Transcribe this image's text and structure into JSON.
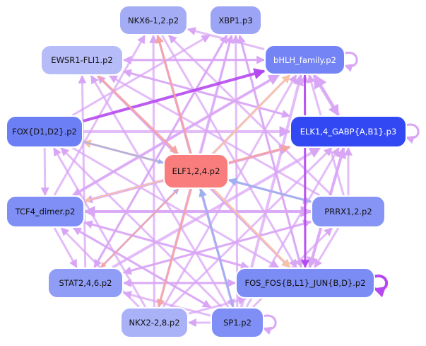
{
  "colors": {
    "edge_violet": "#d9a6f5",
    "edge_strong_violet": "#b548f0",
    "edge_pink": "#f5a3a3",
    "edge_blue": "#9fb0f0",
    "edge_peach": "#f7c2a8",
    "center_node_fill": "#fa7d7d"
  },
  "nodes": [
    {
      "id": "elf",
      "label": "ELF1,2,4.p2",
      "fill": "#fa7d7d",
      "light_text": false
    },
    {
      "id": "nkx6",
      "label": "NKX6-1,2.p2",
      "fill": "#a4acf5",
      "light_text": false
    },
    {
      "id": "xbp1",
      "label": "XBP1.p3",
      "fill": "#9ca4f5",
      "light_text": false
    },
    {
      "id": "ewsr1",
      "label": "EWSR1-FLI1.p2",
      "fill": "#b6bcf8",
      "light_text": false
    },
    {
      "id": "bhlh",
      "label": "bHLH_family.p2",
      "fill": "#7584f5",
      "light_text": true
    },
    {
      "id": "fox",
      "label": "FOX{D1,D2}.p2",
      "fill": "#6d7ff5",
      "light_text": false
    },
    {
      "id": "elk",
      "label": "ELK1,4_GABP{A,B1}.p3",
      "fill": "#3148f2",
      "light_text": true
    },
    {
      "id": "tcf4",
      "label": "TCF4_dimer.p2",
      "fill": "#7f8ff5",
      "light_text": false
    },
    {
      "id": "prrx",
      "label": "PRRX1,2.p2",
      "fill": "#8594f5",
      "light_text": false
    },
    {
      "id": "stat",
      "label": "STAT2,4,6.p2",
      "fill": "#8f9df6",
      "light_text": false
    },
    {
      "id": "fos",
      "label": "FOS_FOS{B,L1}_JUN{B,D}.p2",
      "fill": "#7b8cf5",
      "light_text": false
    },
    {
      "id": "nkx2",
      "label": "NKX2-2,8.p2",
      "fill": "#a9b1f7",
      "light_text": false
    },
    {
      "id": "sp1",
      "label": "SP1.p2",
      "fill": "#7f8ff5",
      "light_text": false
    }
  ],
  "edges": [
    {
      "from": "ewsr1",
      "to": "elf",
      "color": "edge_pink",
      "weight": 3
    },
    {
      "from": "elf",
      "to": "nkx6",
      "color": "edge_pink",
      "weight": 3
    },
    {
      "from": "elf",
      "to": "xbp1",
      "color": "edge_violet",
      "weight": 3
    },
    {
      "from": "elf",
      "to": "bhlh",
      "color": "edge_peach",
      "weight": 3
    },
    {
      "from": "elf",
      "to": "elk",
      "color": "edge_pink",
      "weight": 3
    },
    {
      "from": "elf",
      "to": "fox",
      "color": "edge_peach",
      "weight": 3
    },
    {
      "from": "elf",
      "to": "tcf4",
      "color": "edge_peach",
      "weight": 2
    },
    {
      "from": "elf",
      "to": "stat",
      "color": "edge_pink",
      "weight": 2
    },
    {
      "from": "elf",
      "to": "nkx2",
      "color": "edge_pink",
      "weight": 3
    },
    {
      "from": "elf",
      "to": "fos",
      "color": "edge_peach",
      "weight": 3
    },
    {
      "from": "prrx",
      "to": "elf",
      "color": "edge_blue",
      "weight": 3
    },
    {
      "from": "sp1",
      "to": "elf",
      "color": "edge_blue",
      "weight": 3
    },
    {
      "from": "fox",
      "to": "elf",
      "color": "edge_blue",
      "weight": 2
    },
    {
      "from": "stat",
      "to": "elf",
      "color": "edge_blue",
      "weight": 2
    },
    {
      "from": "fox",
      "to": "bhlh",
      "color": "edge_strong_violet",
      "weight": 4
    },
    {
      "from": "fox",
      "to": "elk",
      "color": "edge_violet",
      "weight": 4
    },
    {
      "from": "fox",
      "to": "tcf4",
      "color": "edge_violet",
      "weight": 3
    },
    {
      "from": "fox",
      "to": "prrx",
      "color": "edge_violet",
      "weight": 3
    },
    {
      "from": "fox",
      "to": "fos",
      "color": "edge_violet",
      "weight": 3
    },
    {
      "from": "fox",
      "to": "xbp1",
      "color": "edge_violet",
      "weight": 3
    },
    {
      "from": "tcf4",
      "to": "prrx",
      "color": "edge_violet",
      "weight": 4
    },
    {
      "from": "tcf4",
      "to": "fos",
      "color": "edge_violet",
      "weight": 3
    },
    {
      "from": "tcf4",
      "to": "bhlh",
      "color": "edge_violet",
      "weight": 4
    },
    {
      "from": "tcf4",
      "to": "elk",
      "color": "edge_violet",
      "weight": 4
    },
    {
      "from": "tcf4",
      "to": "stat",
      "color": "edge_violet",
      "weight": 3
    },
    {
      "from": "tcf4",
      "to": "nkx6",
      "color": "edge_violet",
      "weight": 3
    },
    {
      "from": "tcf4",
      "to": "sp1",
      "color": "edge_violet",
      "weight": 3
    },
    {
      "from": "stat",
      "to": "prrx",
      "color": "edge_violet",
      "weight": 3
    },
    {
      "from": "stat",
      "to": "elk",
      "color": "edge_violet",
      "weight": 4
    },
    {
      "from": "stat",
      "to": "fos",
      "color": "edge_violet",
      "weight": 3
    },
    {
      "from": "stat",
      "to": "bhlh",
      "color": "edge_violet",
      "weight": 3
    },
    {
      "from": "stat",
      "to": "xbp1",
      "color": "edge_violet",
      "weight": 3
    },
    {
      "from": "stat",
      "to": "ewsr1",
      "color": "edge_violet",
      "weight": 3
    },
    {
      "from": "sp1",
      "to": "bhlh",
      "color": "edge_violet",
      "weight": 4
    },
    {
      "from": "sp1",
      "to": "elk",
      "color": "edge_violet",
      "weight": 3
    },
    {
      "from": "sp1",
      "to": "prrx",
      "color": "edge_violet",
      "weight": 3
    },
    {
      "from": "sp1",
      "to": "tcf4",
      "color": "edge_violet",
      "weight": 3
    },
    {
      "from": "sp1",
      "to": "fox",
      "color": "edge_violet",
      "weight": 3
    },
    {
      "from": "sp1",
      "to": "ewsr1",
      "color": "edge_violet",
      "weight": 3
    },
    {
      "from": "sp1",
      "to": "nkx6",
      "color": "edge_violet",
      "weight": 3
    },
    {
      "from": "sp1",
      "to": "xbp1",
      "color": "edge_violet",
      "weight": 3
    },
    {
      "from": "sp1",
      "to": "stat",
      "color": "edge_violet",
      "weight": 3
    },
    {
      "from": "sp1",
      "to": "nkx2",
      "color": "edge_violet",
      "weight": 3
    },
    {
      "from": "prrx",
      "to": "elk",
      "color": "edge_violet",
      "weight": 3
    },
    {
      "from": "prrx",
      "to": "tcf4",
      "color": "edge_violet",
      "weight": 4
    },
    {
      "from": "prrx",
      "to": "fos",
      "color": "edge_violet",
      "weight": 3
    },
    {
      "from": "prrx",
      "to": "fox",
      "color": "edge_violet",
      "weight": 3
    },
    {
      "from": "prrx",
      "to": "ewsr1",
      "color": "edge_violet",
      "weight": 3
    },
    {
      "from": "prrx",
      "to": "nkx6",
      "color": "edge_violet",
      "weight": 3
    },
    {
      "from": "prrx",
      "to": "stat",
      "color": "edge_violet",
      "weight": 3
    },
    {
      "from": "fos",
      "to": "bhlh",
      "color": "edge_violet",
      "weight": 3
    },
    {
      "from": "fos",
      "to": "elk",
      "color": "edge_violet",
      "weight": 4
    },
    {
      "from": "fos",
      "to": "xbp1",
      "color": "edge_violet",
      "weight": 3
    },
    {
      "from": "fos",
      "to": "ewsr1",
      "color": "edge_violet",
      "weight": 3
    },
    {
      "from": "fos",
      "to": "tcf4",
      "color": "edge_violet",
      "weight": 3
    },
    {
      "from": "fos",
      "to": "stat",
      "color": "edge_violet",
      "weight": 3
    },
    {
      "from": "nkx2",
      "to": "bhlh",
      "color": "edge_violet",
      "weight": 3
    },
    {
      "from": "nkx2",
      "to": "elk",
      "color": "edge_violet",
      "weight": 3
    },
    {
      "from": "nkx2",
      "to": "xbp1",
      "color": "edge_violet",
      "weight": 3
    },
    {
      "from": "nkx2",
      "to": "fox",
      "color": "edge_violet",
      "weight": 3
    },
    {
      "from": "nkx2",
      "to": "tcf4",
      "color": "edge_violet",
      "weight": 3
    },
    {
      "from": "nkx2",
      "to": "nkx6",
      "color": "edge_violet",
      "weight": 3
    },
    {
      "from": "elk",
      "to": "bhlh",
      "color": "edge_violet",
      "weight": 5
    },
    {
      "from": "elk",
      "to": "fos",
      "color": "edge_violet",
      "weight": 4
    },
    {
      "from": "elk",
      "to": "tcf4",
      "color": "edge_violet",
      "weight": 3
    },
    {
      "from": "elk",
      "to": "ewsr1",
      "color": "edge_violet",
      "weight": 3
    },
    {
      "from": "bhlh",
      "to": "elk",
      "color": "edge_violet",
      "weight": 4
    },
    {
      "from": "bhlh",
      "to": "fos",
      "color": "edge_strong_violet",
      "weight": 3
    },
    {
      "from": "bhlh",
      "to": "ewsr1",
      "color": "edge_violet",
      "weight": 3
    },
    {
      "from": "bhlh",
      "to": "nkx6",
      "color": "edge_violet",
      "weight": 3
    },
    {
      "from": "bhlh",
      "to": "tcf4",
      "color": "edge_violet",
      "weight": 3
    },
    {
      "from": "ewsr1",
      "to": "bhlh",
      "color": "edge_violet",
      "weight": 3
    },
    {
      "from": "ewsr1",
      "to": "elk",
      "color": "edge_violet",
      "weight": 3
    },
    {
      "from": "ewsr1",
      "to": "fos",
      "color": "edge_violet",
      "weight": 3
    },
    {
      "from": "xbp1",
      "to": "fos",
      "color": "edge_violet",
      "weight": 3
    },
    {
      "from": "xbp1",
      "to": "stat",
      "color": "edge_violet",
      "weight": 3
    },
    {
      "from": "nkx6",
      "to": "fos",
      "color": "edge_violet",
      "weight": 3
    },
    {
      "from": "nkx6",
      "to": "sp1",
      "color": "edge_violet",
      "weight": 3
    },
    {
      "from": "prrx",
      "to": "bhlh",
      "color": "edge_violet",
      "weight": 3
    },
    {
      "from": "nkx2",
      "to": "fos",
      "color": "edge_violet",
      "weight": 3
    }
  ],
  "self_loops": [
    {
      "node": "bhlh",
      "color": "edge_violet",
      "weight": 3
    },
    {
      "node": "elk",
      "color": "edge_violet",
      "weight": 3
    },
    {
      "node": "fos",
      "color": "edge_strong_violet",
      "weight": 4
    },
    {
      "node": "sp1",
      "color": "edge_violet",
      "weight": 3
    }
  ]
}
